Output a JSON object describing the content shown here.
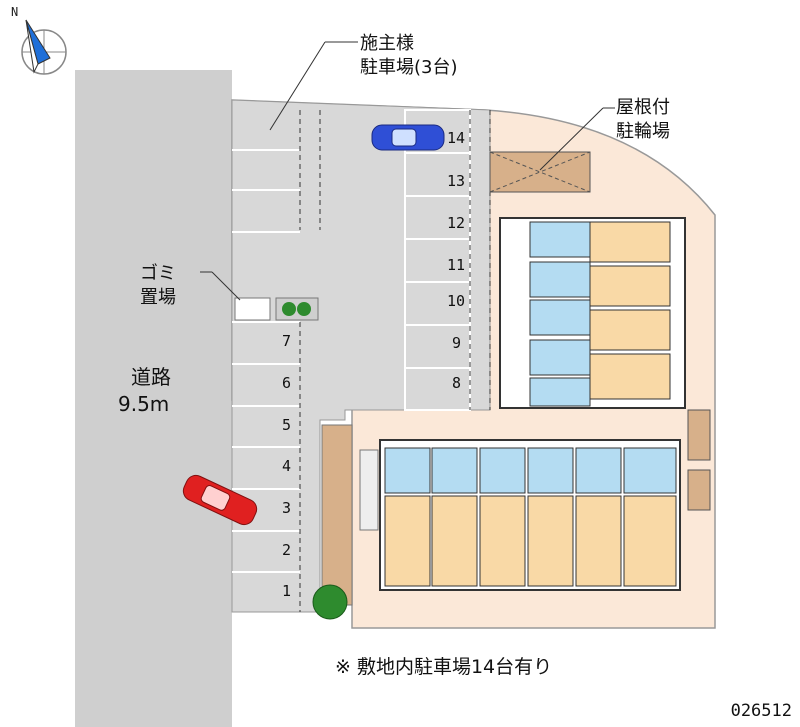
{
  "labels": {
    "owner_parking": "施主様\n駐車場(3台)",
    "bike_parking": "屋根付\n駐輪場",
    "garbage": "ゴミ\n置場",
    "road_name": "道路",
    "road_width": "9.5m",
    "footnote": "※ 敷地内駐車場14台有り",
    "code": "026512",
    "compass": "N"
  },
  "parking_left": [
    "7",
    "6",
    "5",
    "4",
    "3",
    "2",
    "1"
  ],
  "parking_right": [
    "14",
    "13",
    "12",
    "11",
    "10",
    "9",
    "8"
  ],
  "colors": {
    "road": "#cfcfcf",
    "lot_paving": "#d8d8d8",
    "site_ground": "#fbe8d8",
    "unit_floor": "#f9d9a6",
    "unit_wet_area": "#b4dcf2",
    "bike_shed": "#d7b08a",
    "car_blue": "#2f4fd6",
    "car_red": "#e02020",
    "planter_green": "#2e8b2e"
  }
}
